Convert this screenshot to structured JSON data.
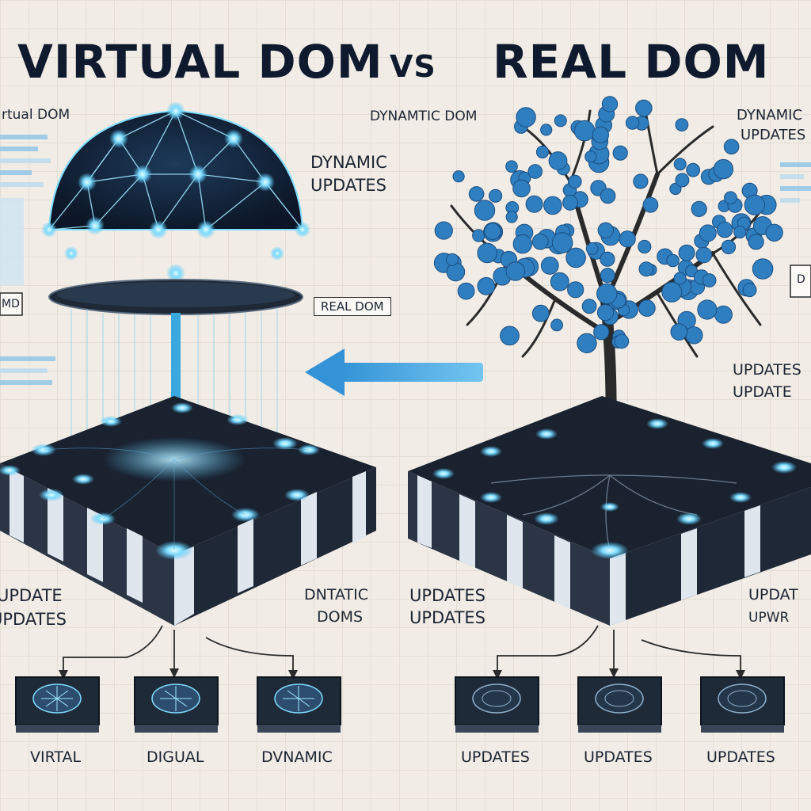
{
  "title": {
    "left": "VIRTUAL DOM",
    "vs": "VS",
    "right": "REAL DOM"
  },
  "labels": {
    "virtual_dom_side": "rtual DOM",
    "dynamic_dom_top": "DYNAMTIC DOM",
    "dynamic_updates_left": "DYNAMIC",
    "dynamic_updates_left_2": "UPDATES",
    "real_dom_box": "REAL DOM",
    "dynamic_updates_right": "DYNAMIC",
    "dynamic_updates_right_2": "UPDATES",
    "updates_right_mid": "UPDATES",
    "updates_right_mid_2": "UPDATE",
    "update_left": "UPDATE",
    "updates_left": "UPDATES",
    "dntatic_doms": "DNTATIC",
    "dntatic_doms_2": "DOMS",
    "updates_center": "UPDATES",
    "updates_center_2": "UPDATES",
    "updat_right": "UPDAT",
    "upwr_right": "UPWR",
    "md_left": "MD",
    "d_right": "D"
  },
  "bottom_boxes": {
    "left": [
      "VIRTAL",
      "DIGUAL",
      "DVNAMIC"
    ],
    "right": [
      "UPDATES",
      "UPDATES",
      "UPDATES"
    ]
  },
  "colors": {
    "background": "#f1ede6",
    "glow_blue": "#4fc3f7",
    "arrow_blue": "#3a9ad9",
    "dark_panel": "#1e2836",
    "tree_trunk": "#2a2a2a",
    "leaf_blue": "#2f7fc0"
  }
}
